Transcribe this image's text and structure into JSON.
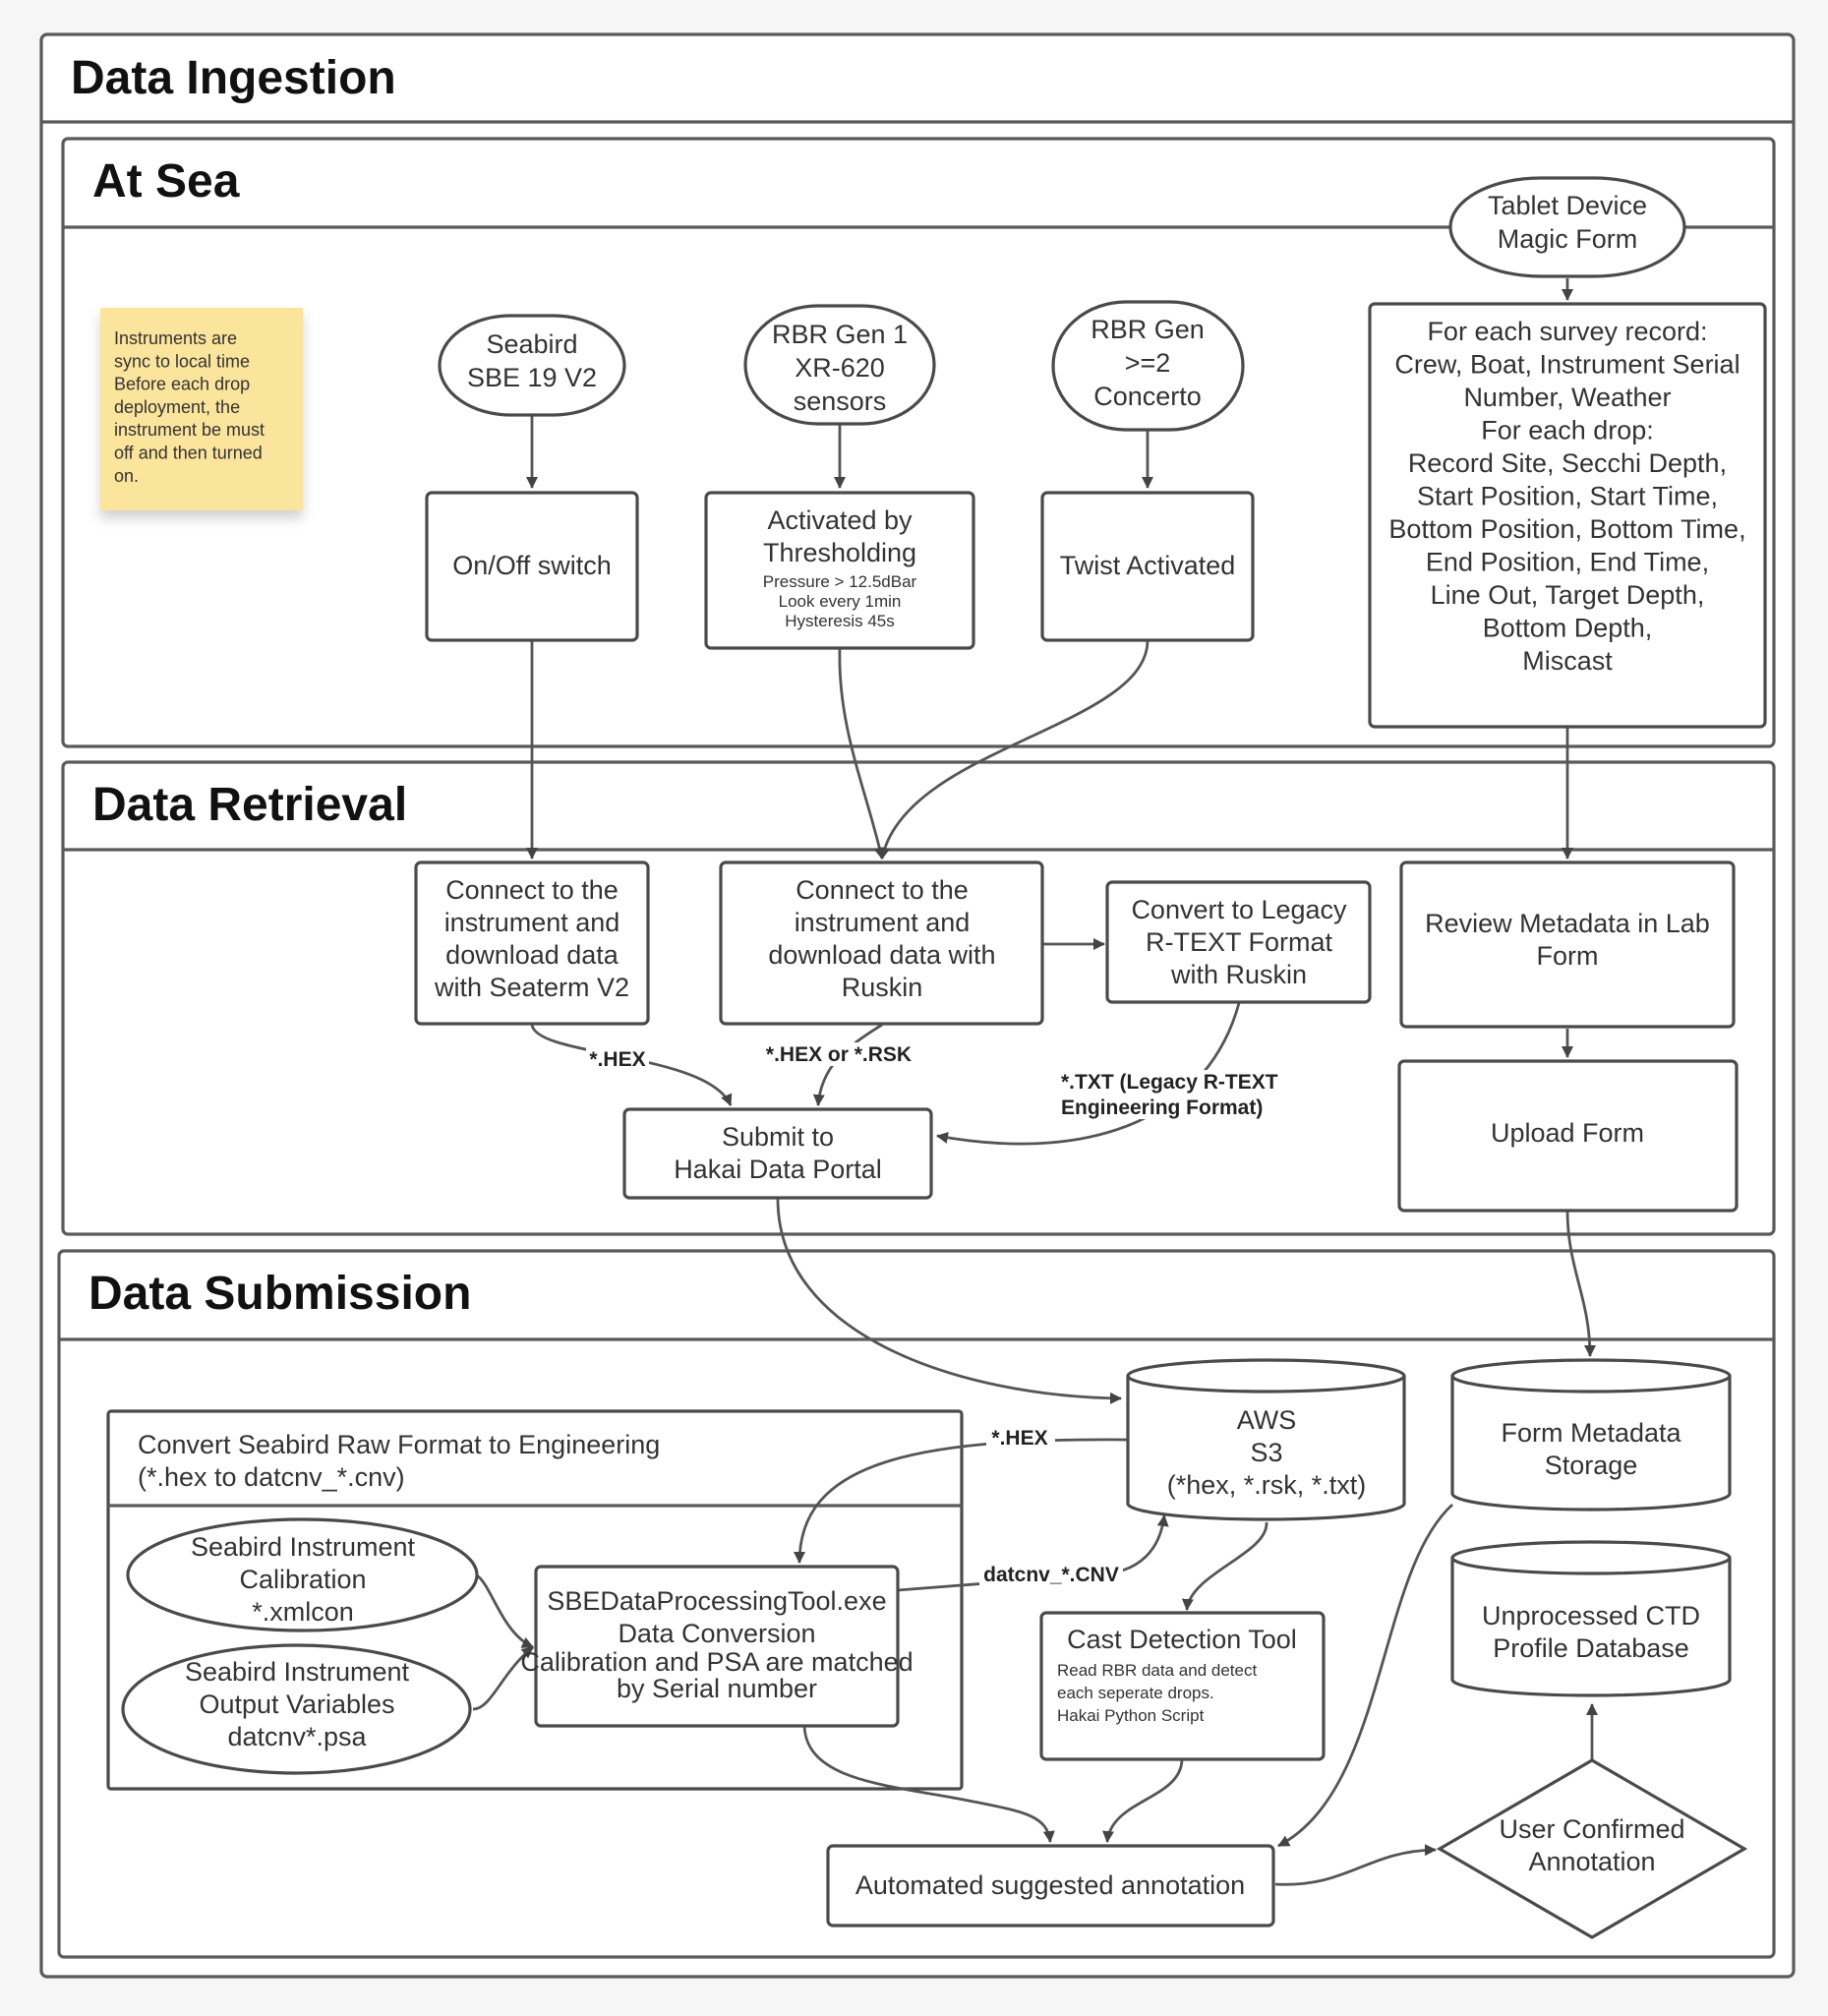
{
  "title": "Data Ingestion",
  "lanes": {
    "at_sea": "At Sea",
    "retrieval": "Data Retrieval",
    "submission": "Data Submission"
  },
  "note": [
    "Instruments are",
    "sync to local time",
    "Before each drop",
    "deployment, the",
    "instrument be must",
    "off and then turned",
    "on."
  ],
  "nodes": {
    "tablet": [
      "Tablet Device",
      "Magic Form"
    ],
    "seabird": [
      "Seabird",
      "SBE 19 V2"
    ],
    "rbr1": [
      "RBR Gen 1",
      "XR-620",
      "sensors"
    ],
    "rbr2": [
      "RBR Gen",
      ">=2",
      "Concerto"
    ],
    "survey": [
      "For each survey record:",
      "Crew, Boat, Instrument Serial",
      "Number, Weather",
      "",
      "For each drop:",
      "Record Site, Secchi Depth,",
      "Start Position, Start Time,",
      "Bottom Position, Bottom Time,",
      "End Position, End Time,",
      "Line Out, Target Depth,",
      "Bottom Depth,",
      "Miscast"
    ],
    "onoff": [
      "On/Off switch"
    ],
    "threshold": [
      "Activated by",
      "Thresholding"
    ],
    "threshold_detail": [
      "Pressure > 12.5dBar",
      "Look every 1min",
      "Hysteresis 45s"
    ],
    "twist": [
      "Twist Activated"
    ],
    "seaterm": [
      "Connect to the",
      "instrument and",
      "download data",
      "with Seaterm V2"
    ],
    "ruskin": [
      "Connect to the",
      "instrument and",
      "download data with",
      "Ruskin"
    ],
    "legacy": [
      "Convert to Legacy",
      "R-TEXT Format",
      "with Ruskin"
    ],
    "review": [
      "Review Metadata in Lab",
      "Form"
    ],
    "upload": [
      "Upload Form"
    ],
    "submit": [
      "Submit to",
      "Hakai Data Portal"
    ],
    "aws": [
      "AWS",
      "S3",
      "(*hex, *.rsk, *.txt)"
    ],
    "formstore": [
      "Form Metadata",
      "Storage"
    ],
    "unprocessed": [
      "Unprocessed CTD",
      "Profile Database"
    ],
    "convert_group": [
      "Convert Seabird Raw Format to Engineering",
      "(*.hex to datcnv_*.cnv)"
    ],
    "calib": [
      "Seabird Instrument",
      "Calibration",
      "*.xmlcon"
    ],
    "outvars": [
      "Seabird Instrument",
      "Output Variables",
      "datcnv*.psa"
    ],
    "sbetool": [
      "SBEDataProcessingTool.exe",
      "Data Conversion"
    ],
    "sbetool_detail": [
      "Calibration and PSA are matched",
      "by Serial number"
    ],
    "cast": [
      "Cast Detection Tool"
    ],
    "cast_detail": [
      "Read RBR data and detect",
      "each seperate drops.",
      "",
      "Hakai Python Script"
    ],
    "annot": [
      "Automated suggested annotation"
    ],
    "confirm": [
      "User Confirmed",
      "Annotation"
    ]
  },
  "edge_labels": {
    "hex1": "*.HEX",
    "hexrsk": "*.HEX or *.RSK",
    "txt": [
      "*.TXT (Legacy R-TEXT",
      "Engineering Format)"
    ],
    "hex2": "*.HEX",
    "cnv": "datcnv_*.CNV"
  }
}
